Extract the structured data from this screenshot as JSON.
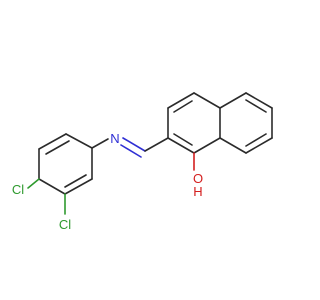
{
  "atoms": {
    "n": {
      "text": "N",
      "color": "#2f2fd4"
    },
    "o": {
      "text": "O",
      "color": "#d41f1f"
    },
    "h": {
      "text": "H",
      "color": "#d41f1f"
    },
    "cl_a": {
      "text": "Cl",
      "color": "#2e9a2e"
    },
    "cl_b": {
      "text": "Cl",
      "color": "#2e9a2e"
    }
  },
  "colors": {
    "bond": "#2b2b2b",
    "background": "#ffffff"
  }
}
